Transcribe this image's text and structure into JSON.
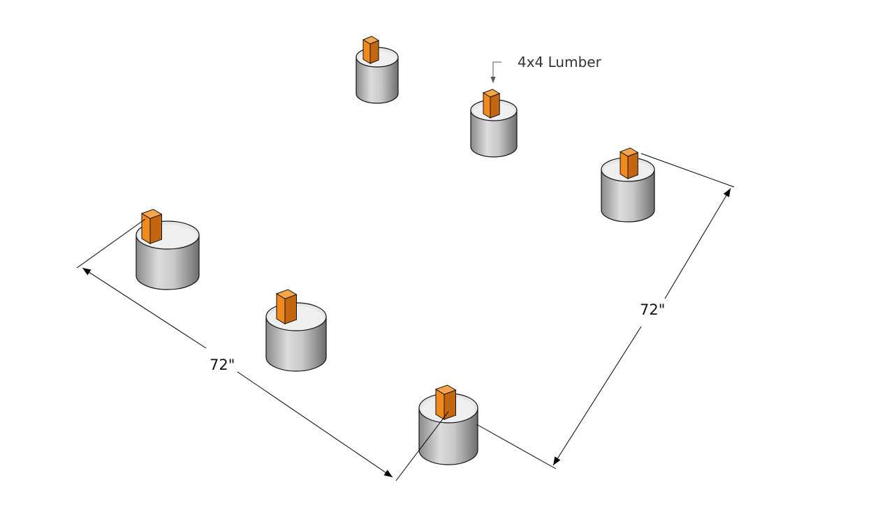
{
  "diagram": {
    "callout_label": "4x4 Lumber",
    "dimension_left": "72\"",
    "dimension_right": "72\""
  },
  "colors": {
    "lumber_top": "#f7a54a",
    "lumber_front": "#f08a1c",
    "lumber_side": "#c46510",
    "pier_body_light": "#d7d7d7",
    "pier_body_dark": "#7a7a7a",
    "pier_top": "#e6e6e6",
    "outline": "#111111"
  },
  "components": {
    "pier_count": 6,
    "pier_name": "concrete-pier",
    "post_name": "4x4-lumber-post"
  }
}
